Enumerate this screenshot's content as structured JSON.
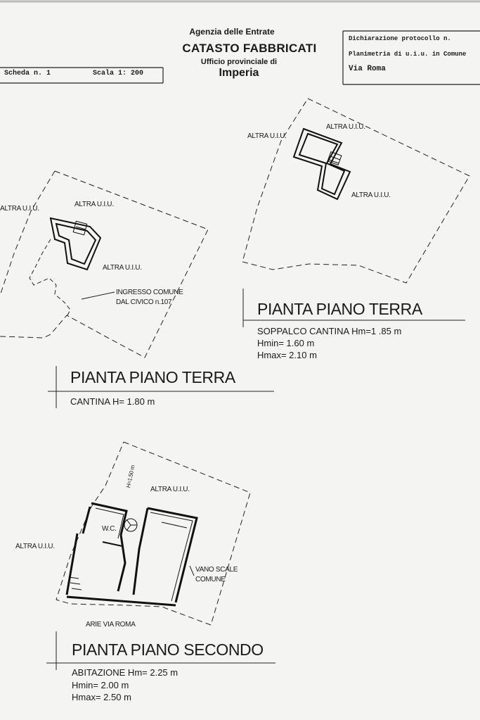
{
  "header": {
    "agency": "Agenzia delle Entrate",
    "catasto": "CATASTO FABBRICATI",
    "ufficio": "Ufficio provinciale di",
    "city": "Imperia",
    "scheda": "Scheda n. 1",
    "scala": "Scala 1: 200",
    "dichiarazione": "Dichiarazione protocollo n.",
    "planimetria": "Planimetria di u.i.u. in Comune",
    "via": "Via Roma"
  },
  "plan_top_right": {
    "label_nw": "ALTRA U.I.U.",
    "label_n": "ALTRA U.I.U.",
    "label_e": "ALTRA U.I.U.",
    "title": "PIANTA PIANO TERRA",
    "line1": "SOPPALCO CANTINA Hm=1 .85 m",
    "line2": "Hmin= 1.60 m",
    "line3": "Hmax= 2.10 m"
  },
  "plan_top_left": {
    "label_w": "ALTRA U.I.U.",
    "label_n": "ALTRA U.I.U.",
    "label_e": "ALTRA U.I.U.",
    "ingresso_1": "INGRESSO COMUNE",
    "ingresso_2": "DAL CIVICO n.107",
    "title": "PIANTA PIANO TERRA",
    "line1": "CANTINA H= 1.80 m"
  },
  "plan_bottom": {
    "label_n": "ALTRA U.I.U.",
    "label_w": "ALTRA U.I.U.",
    "height_note": "H=1.50 m",
    "wc": "W.C.",
    "vano_1": "VANO SCALE",
    "vano_2": "COMUNE",
    "arie": "ARIE VIA ROMA",
    "title": "PIANTA PIANO SECONDO",
    "line1": "ABITAZIONE Hm= 2.25 m",
    "line2": "Hmin= 2.00 m",
    "line3": "Hmax= 2.50 m"
  }
}
